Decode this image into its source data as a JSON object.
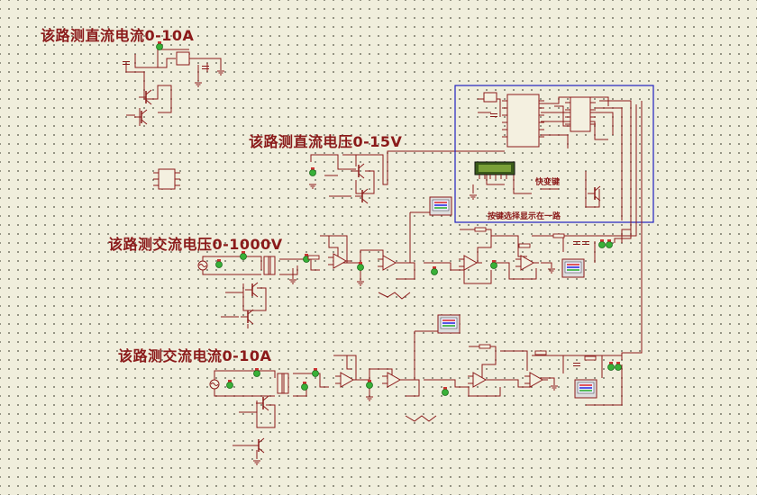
{
  "labels": {
    "dc_current": "该路测直流电流0-10A",
    "dc_voltage": "该路测直流电压0-15V",
    "ac_voltage": "该路测交流电压0-1000V",
    "ac_current": "该路测交流电流0-10A",
    "switch_key": "快变键",
    "key_note": "按键选择显示在一路"
  },
  "colors": {
    "wire": "#8b1a1a",
    "component": "#8b1a1a",
    "node": "#2aa02a",
    "mcu_box": "#2020c0",
    "background": "#f0eedc"
  }
}
